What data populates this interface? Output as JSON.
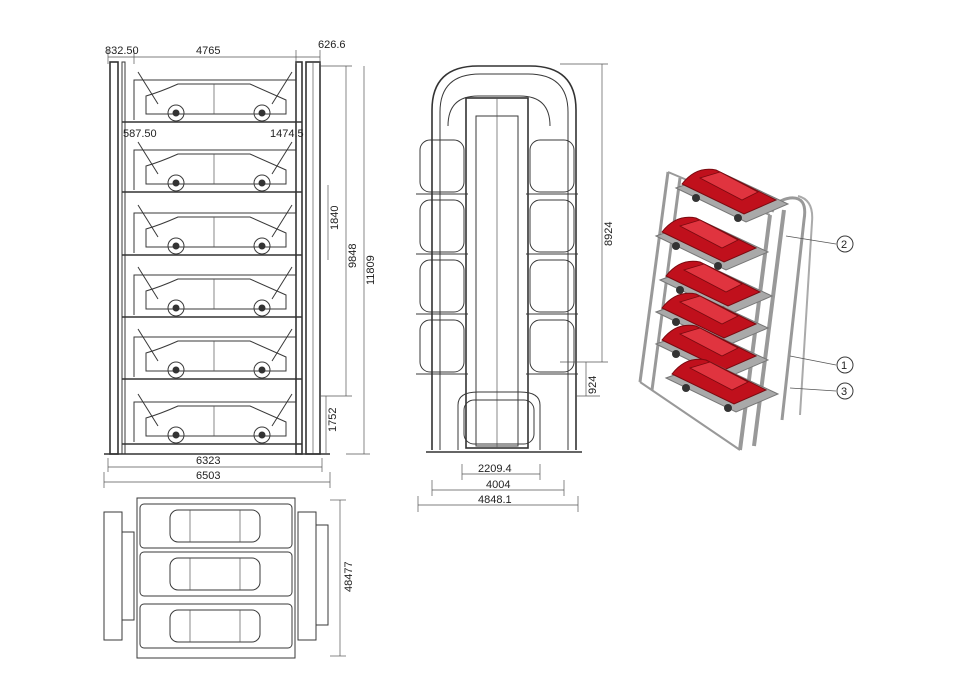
{
  "front_view": {
    "dims": {
      "top_left": "832.50",
      "top_width": "4765",
      "top_right": "626.6",
      "inner_left": "587.50",
      "inner_right": "1474.5",
      "pitch": "1840",
      "mid_height": "9848",
      "total_height": "11809",
      "bottom_gap": "1752",
      "base_inner": "6323",
      "base_outer": "6503"
    }
  },
  "side_view": {
    "dims": {
      "height": "8924",
      "bottom_offset": "924",
      "inner_width": "2209.4",
      "mid_width": "4004",
      "outer_width": "4848.1"
    }
  },
  "plan_view": {
    "dims": {
      "depth": "48477"
    }
  },
  "iso_view": {
    "callouts": [
      "2",
      "1",
      "3"
    ],
    "car_color": "#c0101c",
    "frame_color": "#9a9a9a"
  }
}
